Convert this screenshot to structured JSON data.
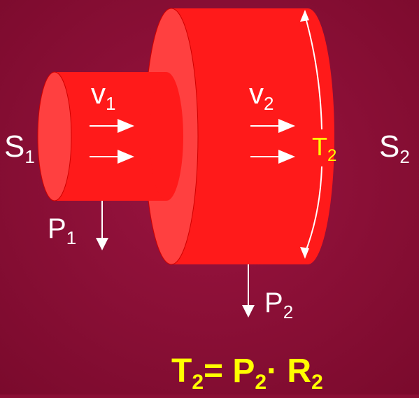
{
  "labels": {
    "s1": "S",
    "s1_sub": "1",
    "s2": "S",
    "s2_sub": "2",
    "v1": "v",
    "v1_sub": "1",
    "v2": "v",
    "v2_sub": "2",
    "p1": "P",
    "p1_sub": "1",
    "p2": "P",
    "p2_sub": "2",
    "t2": "T",
    "t2_sub": "2"
  },
  "formula": {
    "t": "T",
    "t_sub": "2",
    "eq": "= P",
    "p_sub": "2",
    "dot": "· R",
    "r_sub": "2"
  },
  "colors": {
    "background": "#8a0f35",
    "cylinder": "#ff1a1a",
    "cylinder_face": "#ff4040",
    "label": "#ffffff",
    "tension_label": "#ffff00",
    "formula": "#ffff00"
  }
}
